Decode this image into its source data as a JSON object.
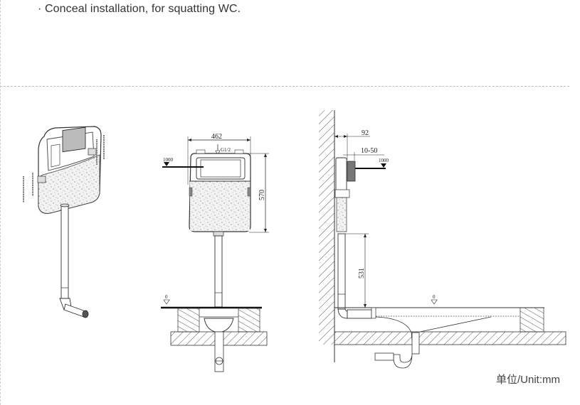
{
  "header": {
    "bullet": "·",
    "feature_text": "Conceal installation, for squatting WC."
  },
  "footer": {
    "unit_label": "单位/Unit:mm"
  },
  "diagram": {
    "views": [
      "isometric-view",
      "front-view",
      "side-view"
    ],
    "front_view": {
      "width_dim": "462",
      "height_dim": "570",
      "inlet_label": "G1/2",
      "water_level_label": "1000",
      "floor_level_label": "0"
    },
    "side_view": {
      "depth_dim": "92",
      "panel_range_dim": "10-50",
      "water_level_label": "1000",
      "pipe_height_dim": "531",
      "floor_level_label": "0"
    },
    "colors": {
      "line": "#222222",
      "hatch": "#555555",
      "text": "#333333"
    }
  }
}
